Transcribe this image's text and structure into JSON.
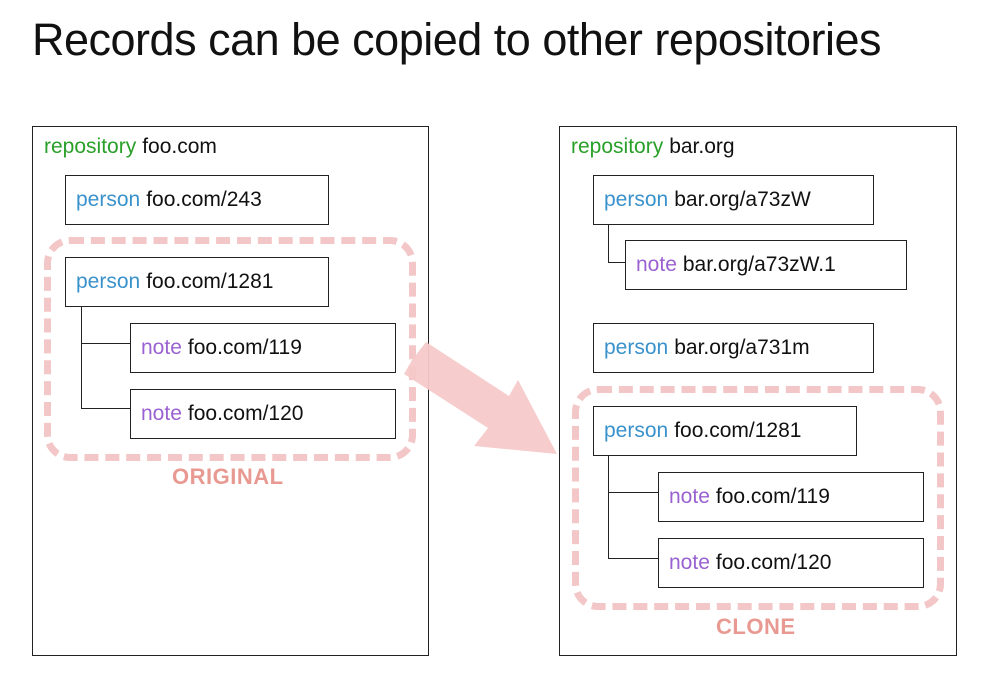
{
  "title": "Records can be copied to other repositories",
  "keywords": {
    "repository": "repository",
    "person": "person",
    "note": "note"
  },
  "left": {
    "repo_name": "foo.com",
    "records": [
      {
        "kind": "person",
        "id": "foo.com/243"
      },
      {
        "kind": "person",
        "id": "foo.com/1281"
      },
      {
        "kind": "note",
        "id": "foo.com/119"
      },
      {
        "kind": "note",
        "id": "foo.com/120"
      }
    ],
    "group_label": "ORIGINAL"
  },
  "right": {
    "repo_name": "bar.org",
    "records": [
      {
        "kind": "person",
        "id": "bar.org/a73zW"
      },
      {
        "kind": "note",
        "id": "bar.org/a73zW.1"
      },
      {
        "kind": "person",
        "id": "bar.org/a731m"
      },
      {
        "kind": "person",
        "id": "foo.com/1281"
      },
      {
        "kind": "note",
        "id": "foo.com/119"
      },
      {
        "kind": "note",
        "id": "foo.com/120"
      }
    ],
    "group_label": "CLONE"
  },
  "colors": {
    "repository": "#2aa02a",
    "person": "#3a92cc",
    "note": "#9a62d0",
    "highlight": "#f3c7c7",
    "highlight_text": "#e89a92"
  }
}
